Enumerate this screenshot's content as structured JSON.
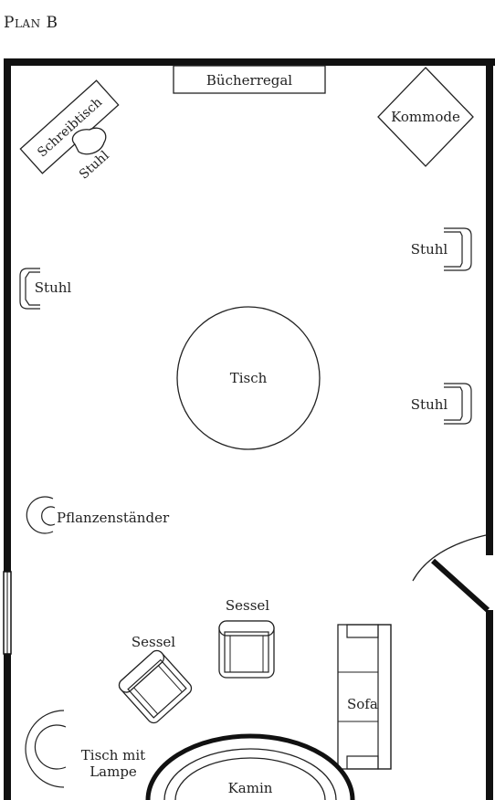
{
  "plan": {
    "title": "Plan B",
    "labels": {
      "bookshelf": "Bücherregal",
      "desk": "Schreibtisch",
      "desk_chair": "Stuhl",
      "dresser": "Kommode",
      "chair_right_top": "Stuhl",
      "chair_left": "Stuhl",
      "table": "Tisch",
      "chair_right_bottom": "Stuhl",
      "plant_stand": "Pflanzenständer",
      "armchair_center": "Sessel",
      "armchair_left": "Sessel",
      "sofa": "Sofa",
      "lamp_table_line1": "Tisch mit",
      "lamp_table_line2": "Lampe",
      "fireplace": "Kamin"
    }
  }
}
